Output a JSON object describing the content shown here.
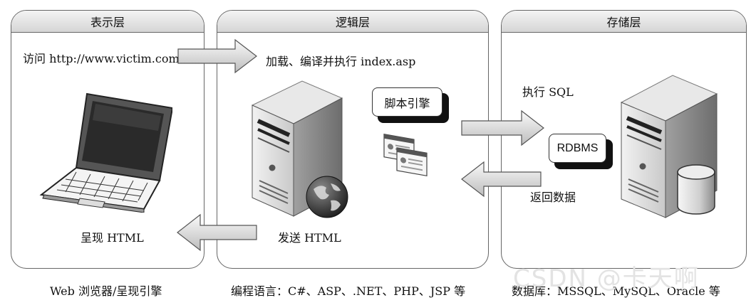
{
  "panels": {
    "presentation": {
      "title": "表示层"
    },
    "logic": {
      "title": "逻辑层"
    },
    "storage": {
      "title": "存储层"
    }
  },
  "labels": {
    "visit": "访问 http://www.victim.com",
    "load": "加载、编译并执行 index.asp",
    "script_engine": "脚本引擎",
    "execute_sql": "执行 SQL",
    "rdbms": "RDBMS",
    "return_data": "返回数据",
    "send_html": "发送 HTML",
    "render_html": "呈现 HTML"
  },
  "captions": {
    "presentation": "Web 浏览器/呈现引擎",
    "logic": "编程语言：C#、ASP、.NET、PHP、JSP 等",
    "storage": "数据库：MSSQL、MySQL、Oracle 等"
  },
  "watermark": "CSDN @卡天啊",
  "icons": [
    "laptop-icon",
    "server-icon",
    "globe-icon",
    "browser-window-icon",
    "database-cylinder-icon",
    "arrow-right-icon",
    "arrow-left-icon"
  ]
}
